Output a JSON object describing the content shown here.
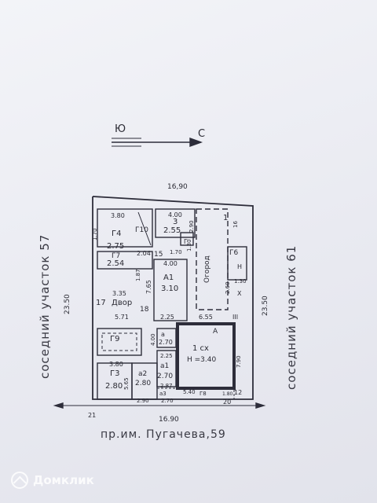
{
  "compass": {
    "south": "Ю",
    "north": "С"
  },
  "dimensions": {
    "top_width": "16,90",
    "bottom_width": "16.90",
    "left_height": "23.50",
    "right_height": "23.50"
  },
  "neighbors": {
    "left": "соседний участок 57",
    "right": "соседний участок 61"
  },
  "address": "пр.им. Пугачева,59",
  "rooms": {
    "g4": {
      "label": "Г4",
      "area": "2.75",
      "dim": "3.80"
    },
    "g10": {
      "label": "Г10"
    },
    "g3top": {
      "label": "3",
      "area": "2.55",
      "dim": "4.00",
      "side": "2.90"
    },
    "g": {
      "label": "Г"
    },
    "num1": {
      "label": "1"
    },
    "g7": {
      "label": "Г7",
      "area": "2.54"
    },
    "a1": {
      "label": "А1",
      "area": "3.10",
      "dim": "4.00"
    },
    "ogorod": {
      "label": "Огород"
    },
    "g6": {
      "label": "Г6"
    },
    "dvor": {
      "label": "Двор",
      "num": "17"
    },
    "g9": {
      "label": "Г9"
    },
    "a": {
      "label": "А"
    },
    "sx": {
      "label": "1 сх",
      "height": "Н =3.40"
    },
    "small_a": {
      "label": "а",
      "dim": "2.70"
    },
    "g3": {
      "label": "Г3",
      "area": "2.80",
      "dim": "3.80"
    },
    "a2": {
      "label": "а2",
      "area": "2.80"
    },
    "a1s": {
      "label": "а1",
      "area": "2.70"
    },
    "a3": {
      "label": "а3"
    },
    "g8": {
      "label": "Г8"
    },
    "h": {
      "label": "Н"
    }
  },
  "labels": {
    "n15": "15",
    "n18": "18",
    "n20": "20",
    "n21": "21",
    "n12": "12",
    "n16": "16",
    "d170a": "1.70",
    "d130": "1.30",
    "d204": "2.04",
    "d170b": "1.70",
    "d187": "1.87",
    "d765": "7.65",
    "d335": "3.35",
    "d571": "5.71",
    "d225a": "2.25",
    "d655": "6.55",
    "d260": "2.60",
    "d130b": "1.30",
    "d400b": "4.00",
    "d225b": "2.25",
    "d790": "7.90",
    "d565": "5.65",
    "d290b": "2.90",
    "d270c": "2.70",
    "d540": "5.40",
    "d180": "1.80",
    "d287": "2.87",
    "iii": "III",
    "x": "Х"
  },
  "watermark": {
    "text": "Домклик",
    "icon": "domclick-logo-icon"
  }
}
